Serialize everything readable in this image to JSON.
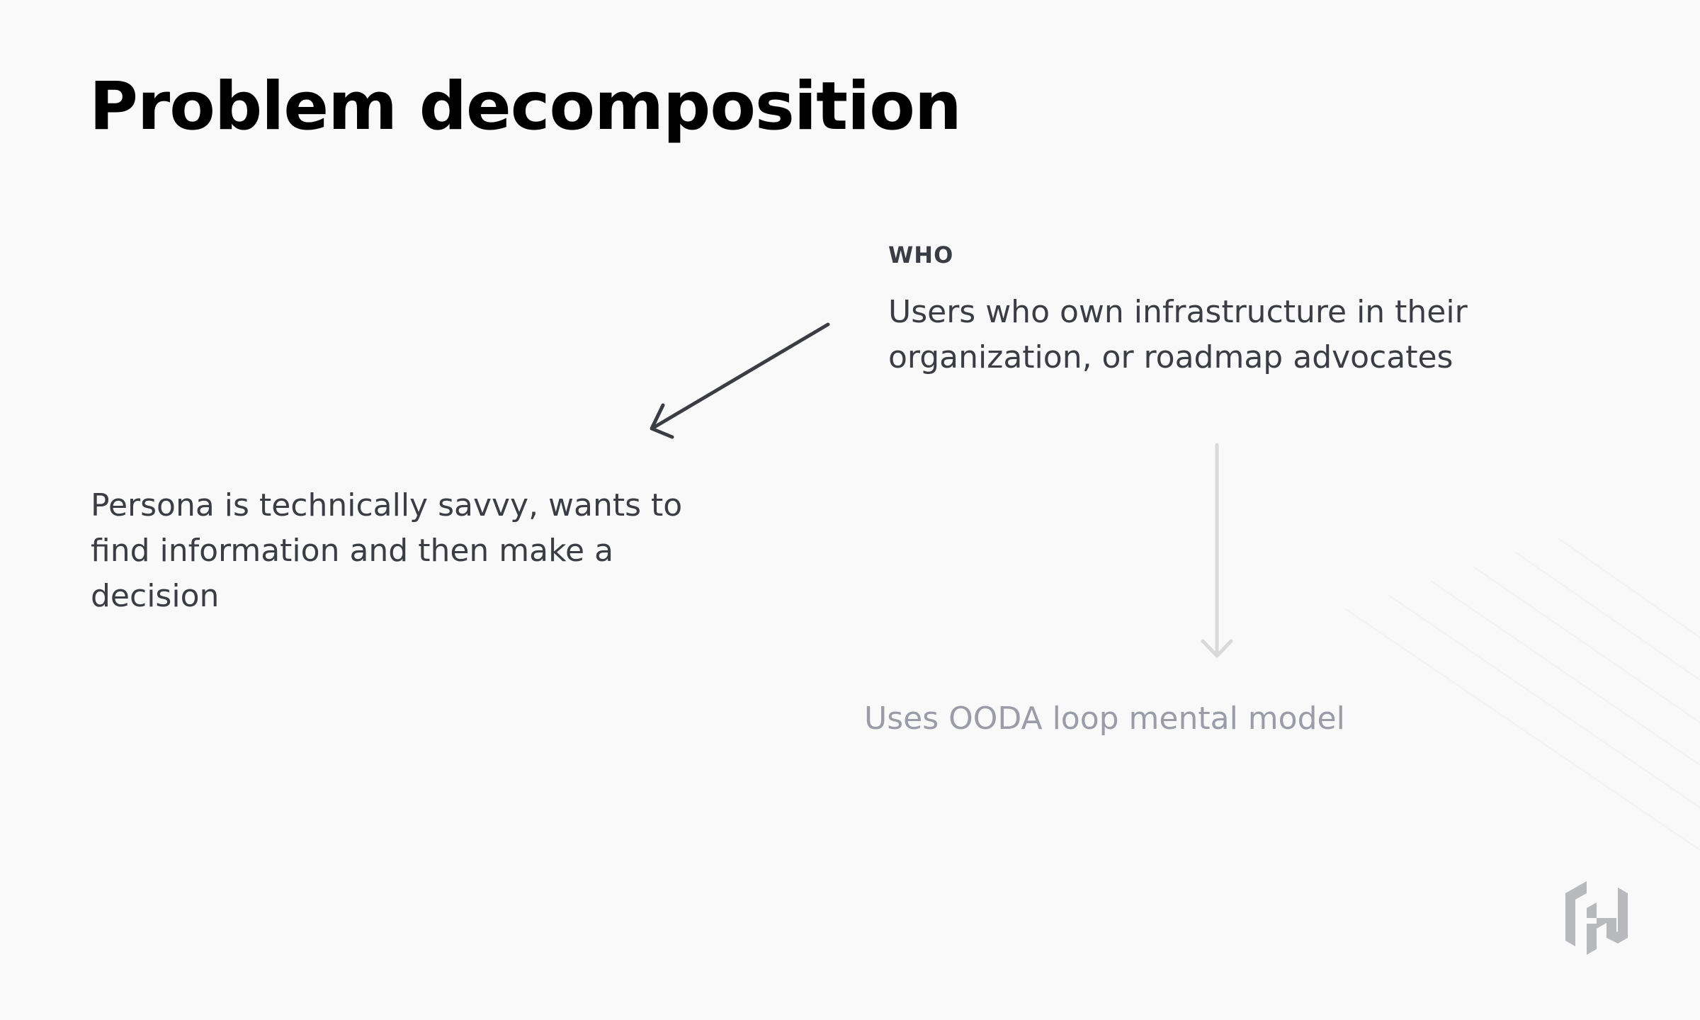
{
  "slide": {
    "title": "Problem decomposition",
    "who_label": "WHO",
    "who_text": "Users who own infrastructure in their organization, or roadmap advocates",
    "persona_text": "Persona is technically savvy, wants to find information and then make a decision",
    "ooda_text": "Uses OODA loop mental model"
  },
  "icons": {
    "arrow_to_persona": "arrow-down-left-icon",
    "arrow_to_ooda": "arrow-down-icon",
    "logo": "hashicorp-logo-icon"
  },
  "colors": {
    "background": "#f9f9f9",
    "title": "#000000",
    "body_text": "#3b3d45",
    "muted_text": "#9a9ca7",
    "dark_arrow": "#3b3d45",
    "light_arrow": "#d9d9d9",
    "logo": "#b8b9bd"
  }
}
